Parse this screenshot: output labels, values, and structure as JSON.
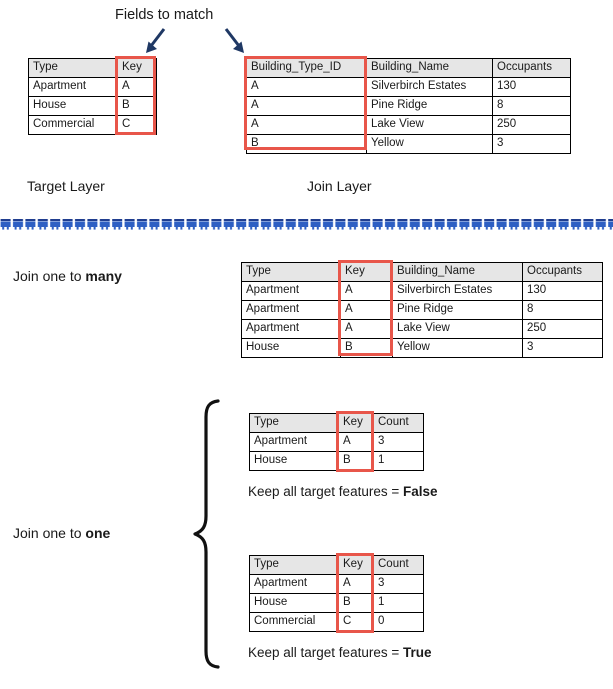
{
  "diagram": {
    "title": "Fields to match",
    "target_layer_label": "Target Layer",
    "join_layer_label": "Join Layer",
    "one_to_many_label_prefix": "Join one to ",
    "one_to_many_label_emphasis": "many",
    "one_to_one_label_prefix": "Join one to ",
    "one_to_one_label_emphasis": "one",
    "keep_false_prefix": "Keep all target features = ",
    "keep_false_emphasis": "False",
    "keep_true_prefix": "Keep all target features = ",
    "keep_true_emphasis": "True"
  },
  "colors": {
    "highlight": "#e8564a",
    "arrow": "#1f3864",
    "divider": "#2e5fc3",
    "header_fill": "#e6e6e6",
    "border": "#000000"
  },
  "icons": {
    "arrow_left": "arrow-down-left-icon",
    "arrow_right": "arrow-down-right-icon",
    "brace": "curly-brace-icon",
    "divider": "decorative-divider-icon"
  },
  "target_table": {
    "name": "target-layer-table",
    "headers": [
      "Type",
      "Key"
    ],
    "rows": [
      [
        "Apartment",
        "A"
      ],
      [
        "House",
        "B"
      ],
      [
        "Commercial",
        "C"
      ]
    ],
    "highlight_column": "Key"
  },
  "join_table": {
    "name": "join-layer-table",
    "headers": [
      "Building_Type_ID",
      "Building_Name",
      "Occupants"
    ],
    "rows": [
      [
        "A",
        "Silverbirch Estates",
        "130"
      ],
      [
        "A",
        "Pine Ridge",
        "8"
      ],
      [
        "A",
        "Lake View",
        "250"
      ],
      [
        "B",
        "Yellow",
        "3"
      ]
    ],
    "highlight_column": "Building_Type_ID"
  },
  "one_to_many_table": {
    "name": "join-one-to-many-result-table",
    "headers": [
      "Type",
      "Key",
      "Building_Name",
      "Occupants"
    ],
    "rows": [
      [
        "Apartment",
        "A",
        "Silverbirch Estates",
        "130"
      ],
      [
        "Apartment",
        "A",
        "Pine Ridge",
        "8"
      ],
      [
        "Apartment",
        "A",
        "Lake View",
        "250"
      ],
      [
        "House",
        "B",
        "Yellow",
        "3"
      ]
    ],
    "highlight_column": "Key"
  },
  "one_to_one_false_table": {
    "name": "join-one-to-one-keep-false-table",
    "headers": [
      "Type",
      "Key",
      "Count"
    ],
    "rows": [
      [
        "Apartment",
        "A",
        "3"
      ],
      [
        "House",
        "B",
        "1"
      ]
    ],
    "highlight_column": "Key"
  },
  "one_to_one_true_table": {
    "name": "join-one-to-one-keep-true-table",
    "headers": [
      "Type",
      "Key",
      "Count"
    ],
    "rows": [
      [
        "Apartment",
        "A",
        "3"
      ],
      [
        "House",
        "B",
        "1"
      ],
      [
        "Commercial",
        "C",
        "0"
      ]
    ],
    "highlight_column": "Key"
  }
}
